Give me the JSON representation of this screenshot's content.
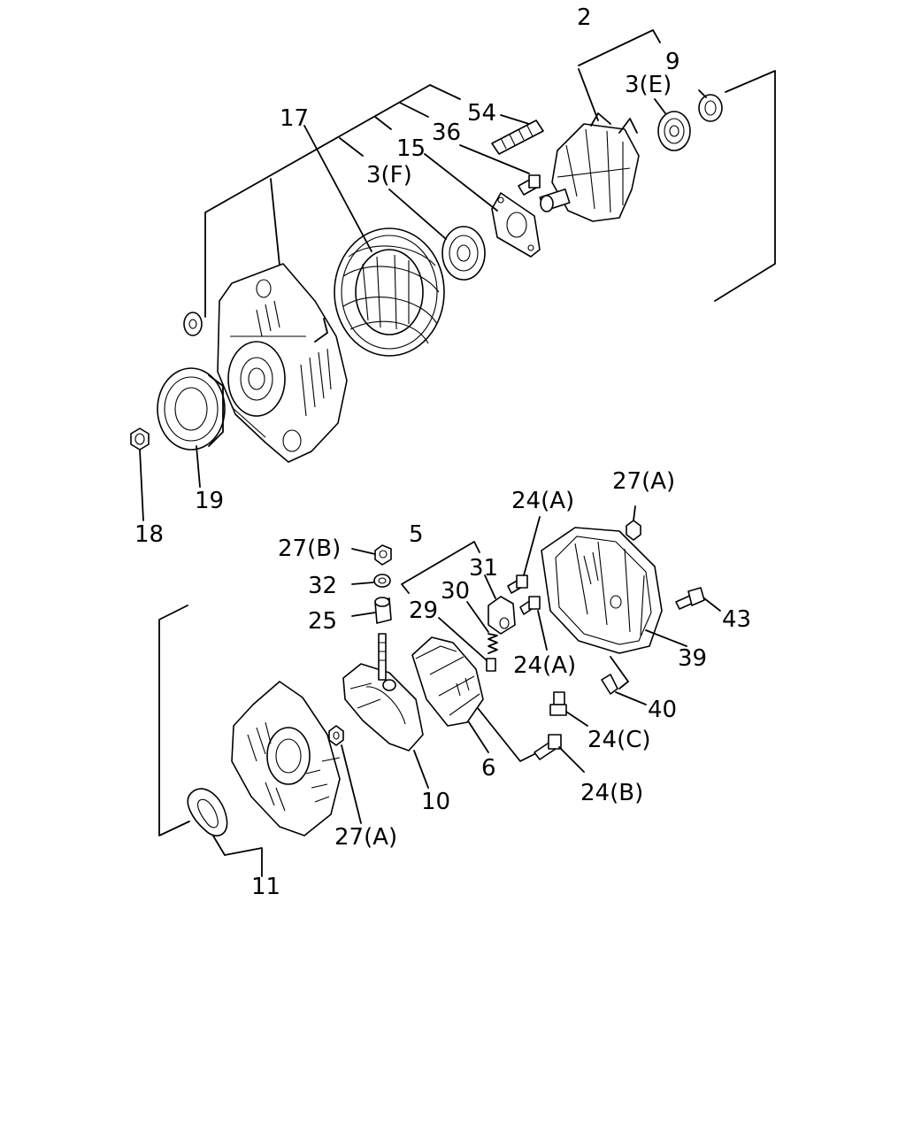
{
  "diagram": {
    "callouts": {
      "c2": "2",
      "c9": "9",
      "c3e": "3(E)",
      "c54": "54",
      "c17": "17",
      "c36": "36",
      "c15": "15",
      "c3f": "3(F)",
      "c19": "19",
      "c18": "18",
      "c27a_top": "27(A)",
      "c24a_top": "24(A)",
      "c5": "5",
      "c27b": "27(B)",
      "c31": "31",
      "c30": "30",
      "c32": "32",
      "c29": "29",
      "c43": "43",
      "c25": "25",
      "c24a_mid": "24(A)",
      "c39": "39",
      "c40": "40",
      "c24c": "24(C)",
      "c6": "6",
      "c24b": "24(B)",
      "c10": "10",
      "c27a_low": "27(A)",
      "c11": "11"
    }
  }
}
